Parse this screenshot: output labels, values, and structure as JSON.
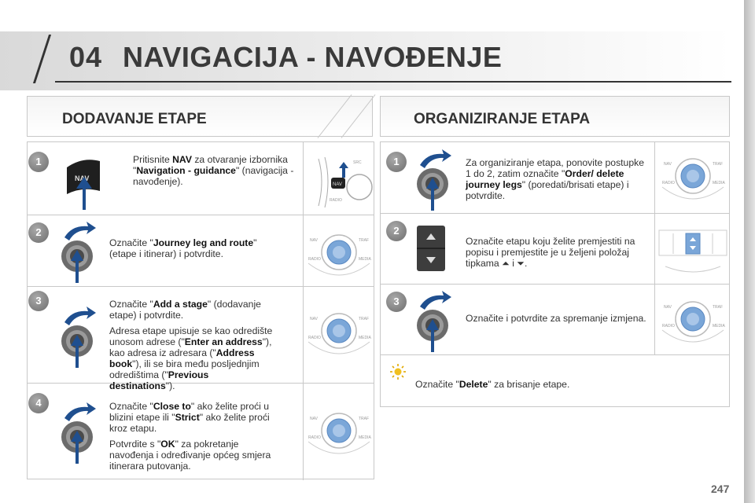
{
  "header": {
    "chapter_number": "04",
    "title": "NAVIGACIJA - NAVOĐENJE"
  },
  "left": {
    "title": "DODAVANJE ETAPE",
    "steps": [
      {
        "num": "1",
        "t1": "Pritisnite ",
        "b1": "NAV",
        "t2": " za otvaranje izbornika \"",
        "b2": "Navigation - guidance",
        "t3": "\" (navigacija - navođenje)."
      },
      {
        "num": "2",
        "t1": "Označite \"",
        "b1": "Journey leg and route",
        "t2": "\" (etape i itinerar) i potvrdite."
      },
      {
        "num": "3",
        "p1_t1": "Označite \"",
        "p1_b1": "Add a stage",
        "p1_t2": "\" (dodavanje etape) i potvrdite.",
        "p2_t1": "Adresa etape upisuje se kao odredište unosom adrese (\"",
        "p2_b1": "Enter an address",
        "p2_t2": "\"), kao adresa iz adresara (\"",
        "p2_b2": "Address book",
        "p2_t3": "\"), ili se bira među posljednjim odredištima (\"",
        "p2_b3": "Previous destinations",
        "p2_t4": "\")."
      },
      {
        "num": "4",
        "p1_t1": "Označite \"",
        "p1_b1": "Close to",
        "p1_t2": "\" ako želite proći u blizini etape ili \"",
        "p1_b2": "Strict",
        "p1_t3": "\" ako želite proći kroz etapu.",
        "p2_t1": "Potvrdite s \"",
        "p2_b1": "OK",
        "p2_t2": "\" za pokretanje navođenja i određivanje općeg smjera itinerara putovanja."
      }
    ]
  },
  "right": {
    "title": "ORGANIZIRANJE ETAPA",
    "steps": [
      {
        "num": "1",
        "t1": "Za organiziranje etapa, ponovite postupke 1 do 2, zatim označite \"",
        "b1": "Order/ delete journey legs",
        "t2": "\" (poredati/brisati etape) i potvrdite."
      },
      {
        "num": "2",
        "t1": "Označite etapu koju želite premjestiti na popisu i premjestite je u željeni položaj tipkama ",
        "arrow_up": "⏶",
        "t2": " i ",
        "arrow_down": "⏷",
        "t3": "."
      },
      {
        "num": "3",
        "t1": "Označite i potvrdite za spremanje izmjena."
      }
    ],
    "tip": {
      "t1": "Označite \"",
      "b1": "Delete",
      "t2": "\" za brisanje etape."
    }
  },
  "control_labels": {
    "nav_button": "NAV",
    "nav": "NAV",
    "traf": "TRAF",
    "radio": "RADIO",
    "media": "MEDIA",
    "src": "SRC"
  },
  "page_number": "247",
  "colors": {
    "accent_blue": "#1f4f8f",
    "badge_gray": "#7a7a7a",
    "knob_blue": "#7aa6d8"
  }
}
